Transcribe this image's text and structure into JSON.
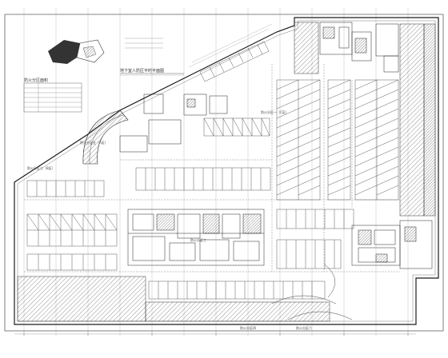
{
  "labels": {
    "floor_plan_caption": "地下室人防区平时平面图",
    "legend_title": "防火分区面积",
    "zone_lane_a": "防火分区五（A区）",
    "zone_lane_b": "防火分区二（B区）",
    "zone_lane_c": "防火分区一（C区）",
    "zone_center": "防火分区三",
    "zone_bottom_a": "防火分区四",
    "zone_bottom_b": "防火分区六"
  },
  "colors": {
    "line": "#2a2a2a",
    "hatch": "#8a8a8a",
    "background": "#ffffff"
  }
}
